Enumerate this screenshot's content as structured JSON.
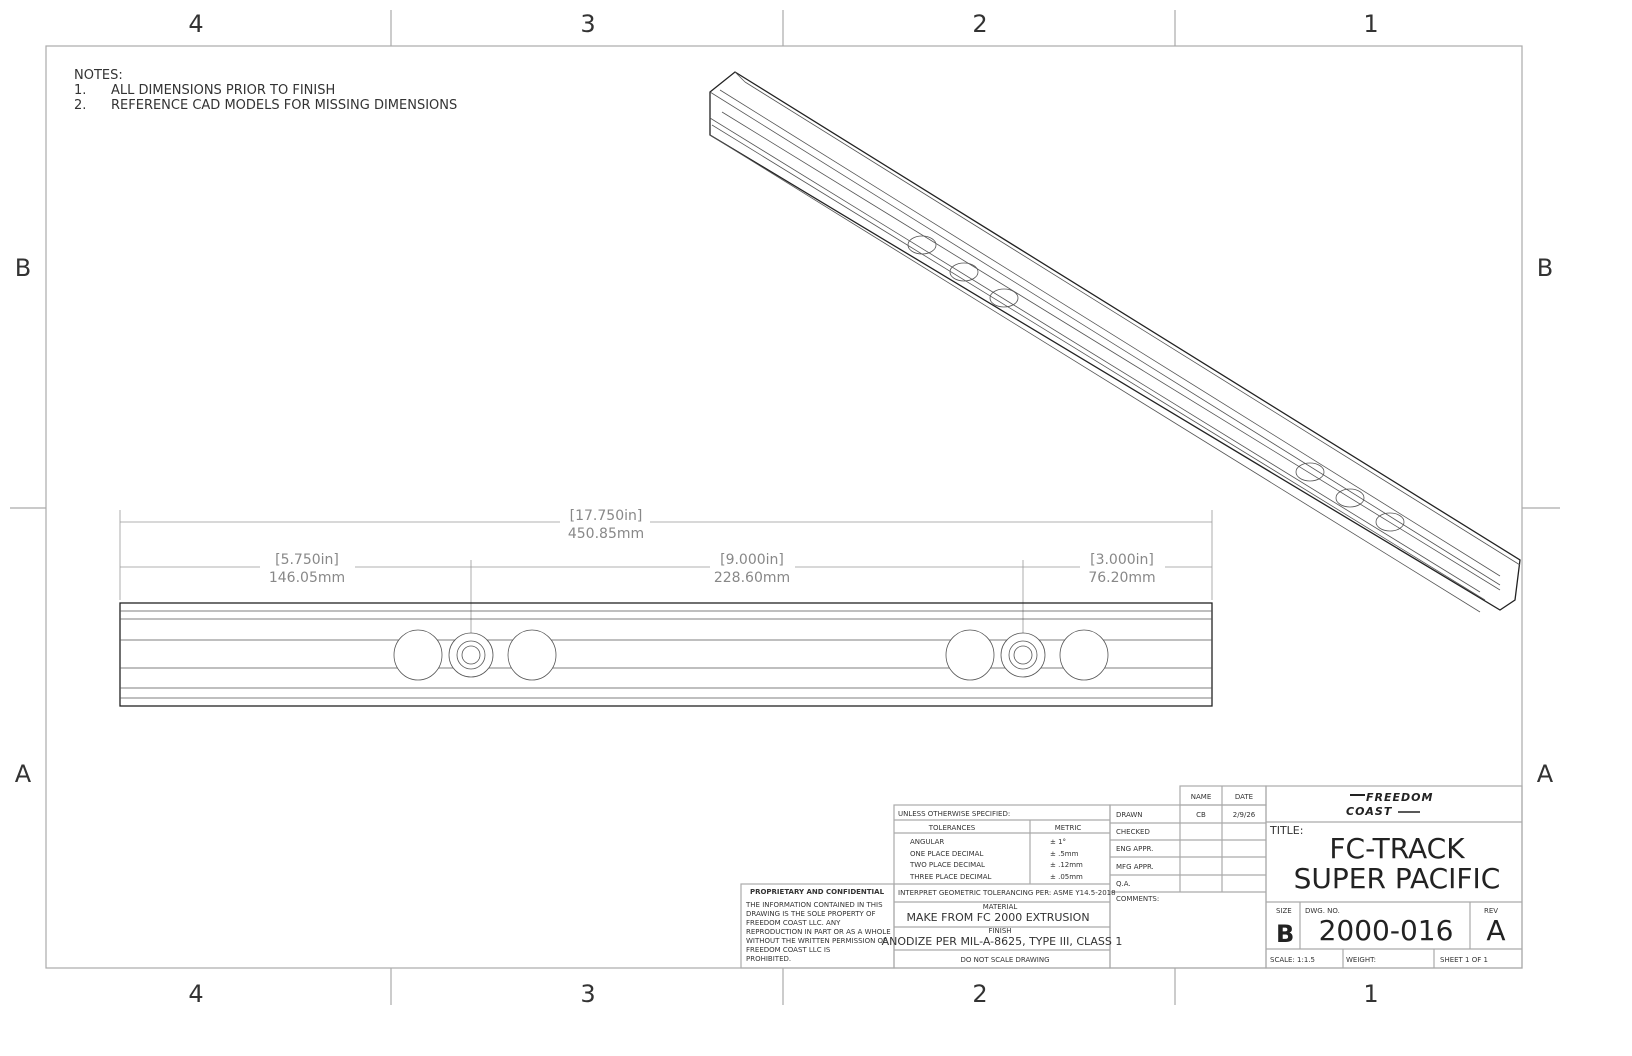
{
  "zones": {
    "columns": [
      "4",
      "3",
      "2",
      "1"
    ],
    "rows": [
      "B",
      "A"
    ]
  },
  "notes": {
    "heading": "NOTES:",
    "items": [
      {
        "num": "1.",
        "text": "ALL DIMENSIONS PRIOR TO FINISH"
      },
      {
        "num": "2.",
        "text": "REFERENCE CAD MODELS FOR MISSING DIMENSIONS"
      }
    ]
  },
  "dimensions": {
    "overall": {
      "in": "[17.750in]",
      "mm": "450.85mm"
    },
    "left": {
      "in": "[5.750in]",
      "mm": "146.05mm"
    },
    "middle": {
      "in": "[9.000in]",
      "mm": "228.60mm"
    },
    "right": {
      "in": "[3.000in]",
      "mm": "76.20mm"
    }
  },
  "title_block": {
    "proprietary": {
      "heading": "PROPRIETARY AND CONFIDENTIAL",
      "lines": [
        "THE INFORMATION CONTAINED IN THIS",
        "DRAWING IS THE SOLE PROPERTY OF",
        "FREEDOM COAST LLC. ANY",
        "REPRODUCTION IN PART OR AS A WHOLE",
        "WITHOUT THE WRITTEN PERMISSION OF",
        "FREEDOM COAST LLC IS",
        "PROHIBITED."
      ]
    },
    "unless": "UNLESS OTHERWISE SPECIFIED:",
    "tolerances_header": "TOLERANCES",
    "metric_header": "METRIC",
    "tolerances": [
      {
        "label": "ANGULAR",
        "value": "± 1°"
      },
      {
        "label": "ONE PLACE DECIMAL",
        "value": "± .5mm"
      },
      {
        "label": "TWO PLACE DECIMAL",
        "value": "± .12mm"
      },
      {
        "label": "THREE PLACE DECIMAL",
        "value": "± .05mm"
      }
    ],
    "interpret": "INTERPRET GEOMETRIC TOLERANCING PER: ASME Y14.5-2018",
    "material_label": "MATERIAL",
    "material": "MAKE FROM FC 2000 EXTRUSION",
    "finish_label": "FINISH",
    "finish": "ANODIZE PER MIL-A-8625, TYPE III, CLASS 1",
    "do_not_scale": "DO NOT SCALE DRAWING",
    "name_header": "NAME",
    "date_header": "DATE",
    "approvals": [
      {
        "label": "DRAWN",
        "name": "CB",
        "date": "2/9/26"
      },
      {
        "label": "CHECKED",
        "name": "",
        "date": ""
      },
      {
        "label": "ENG APPR.",
        "name": "",
        "date": ""
      },
      {
        "label": "MFG APPR.",
        "name": "",
        "date": ""
      },
      {
        "label": "Q.A.",
        "name": "",
        "date": ""
      }
    ],
    "comments": "COMMENTS:",
    "logo": {
      "line1": "FREEDOM",
      "line2": "COAST"
    },
    "title_label": "TITLE:",
    "title_line1": "FC-TRACK",
    "title_line2": "SUPER PACIFIC",
    "size_label": "SIZE",
    "size": "B",
    "dwg_no_label": "DWG. NO.",
    "dwg_no": "2000-016",
    "rev_label": "REV",
    "rev": "A",
    "scale": "SCALE: 1:1.5",
    "weight": "WEIGHT:",
    "sheet": "SHEET 1 OF 1"
  }
}
